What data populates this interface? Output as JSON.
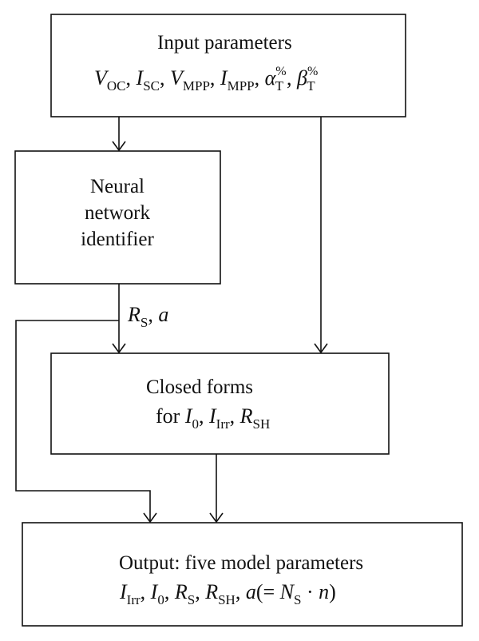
{
  "diagram": {
    "input_box": {
      "title": "Input parameters",
      "params": [
        {
          "base": "V",
          "sub": "OC",
          "sup": ""
        },
        {
          "base": "I",
          "sub": "SC",
          "sup": ""
        },
        {
          "base": "V",
          "sub": "MPP",
          "sup": ""
        },
        {
          "base": "I",
          "sub": "MPP",
          "sup": ""
        },
        {
          "base": "α",
          "sub": "T",
          "sup": "%"
        },
        {
          "base": "β",
          "sub": "T",
          "sup": "%"
        }
      ],
      "separator": ", "
    },
    "neural_box": {
      "lines": [
        "Neural",
        "network",
        "identifier"
      ]
    },
    "edge_label": {
      "rs_base": "R",
      "rs_sub": "S",
      "separator": ", ",
      "a": "a"
    },
    "closed_box": {
      "line1": "Closed forms",
      "line2_prefix": "for ",
      "i0_base": "I",
      "i0_sub": "0",
      "irr_base": "I",
      "irr_sub": "Irr",
      "rsh_base": "R",
      "rsh_sub": "SH",
      "separator": ", "
    },
    "output_box": {
      "title": "Output: five model parameters",
      "irr_base": "I",
      "irr_sub": "Irr",
      "i0_base": "I",
      "i0_sub": "0",
      "rs_base": "R",
      "rs_sub": "S",
      "rsh_base": "R",
      "rsh_sub": "SH",
      "a_base": "a",
      "open_paren": "(= ",
      "ns_base": "N",
      "ns_sub": "S",
      "dot": " · ",
      "n_base": "n",
      "close_paren": ")",
      "separator": ", "
    }
  }
}
